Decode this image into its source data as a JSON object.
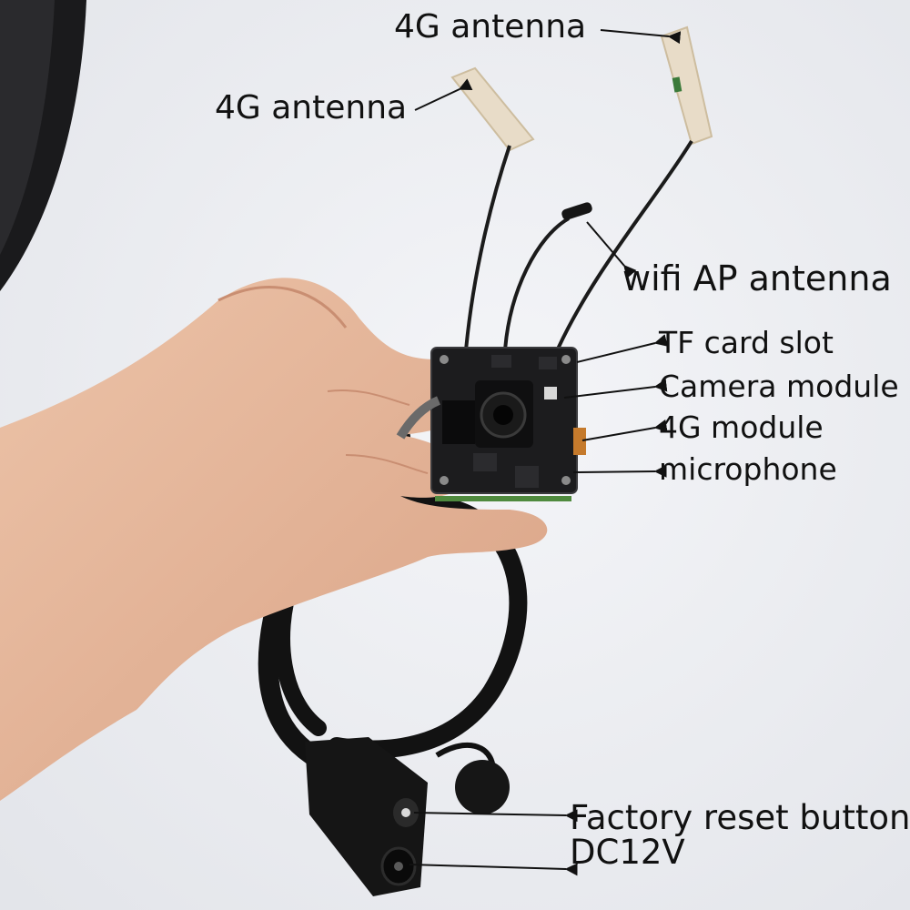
{
  "photo": {
    "labels": {
      "antenna_top": "4G antenna",
      "antenna_left": "4G antenna",
      "wifi_antenna": "wifi AP antenna",
      "tf_card_slot": "TF card slot",
      "camera_module": "Camera module",
      "module_4g": "4G module",
      "microphone": "microphone",
      "factory_reset": "Factory reset button",
      "power": "DC12V"
    }
  }
}
